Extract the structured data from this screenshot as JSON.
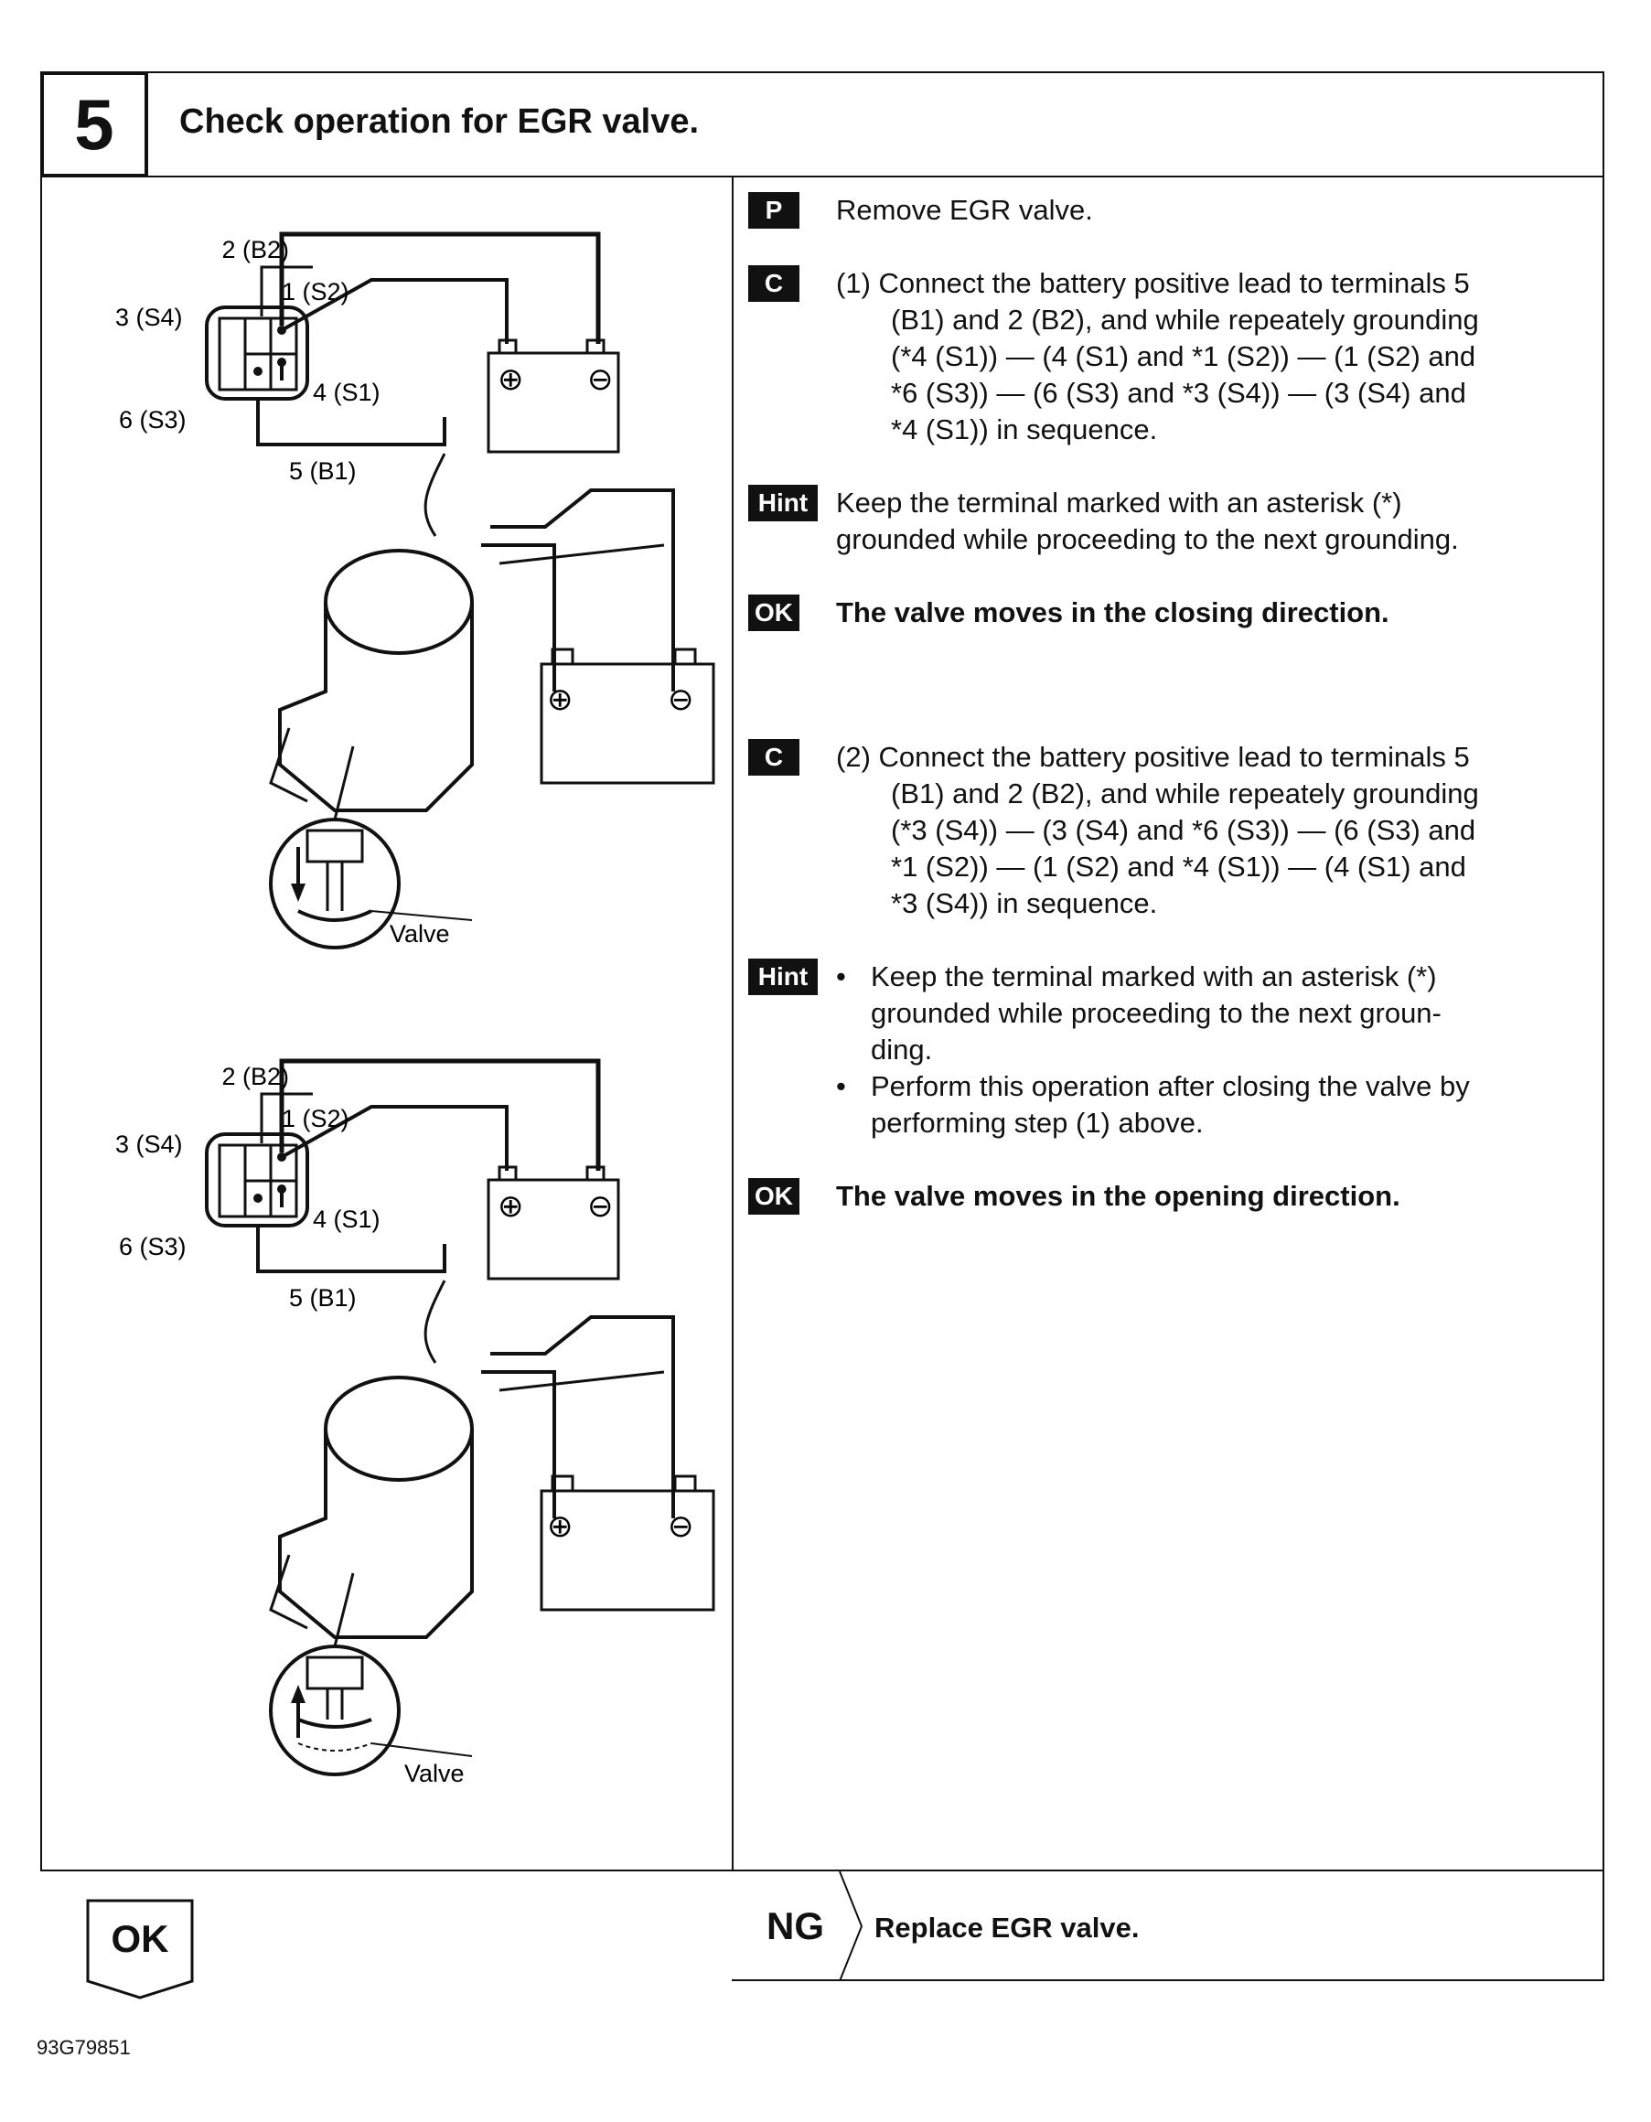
{
  "step": {
    "number": "5",
    "title": "Check operation for EGR valve."
  },
  "tags": {
    "p": "P",
    "c": "C",
    "hint": "Hint",
    "ok": "OK"
  },
  "instructions": {
    "p_text": "Remove EGR valve.",
    "c1_lines": [
      "(1) Connect the battery positive lead to terminals 5",
      "(B1) and 2 (B2), and while repeately grounding",
      "(*4 (S1)) — (4 (S1) and *1 (S2)) — (1 (S2) and",
      "*6 (S3)) — (6 (S3) and *3 (S4)) — (3 (S4) and",
      "*4 (S1)) in sequence."
    ],
    "hint1_lines": [
      "Keep the terminal marked with an asterisk (*)",
      "grounded while proceeding to the next grounding."
    ],
    "ok1": "The valve moves in the closing direction.",
    "c2_lines": [
      "(2) Connect the battery positive lead to terminals 5",
      "(B1) and 2 (B2), and while repeately grounding",
      "(*3 (S4)) — (3 (S4) and *6 (S3)) — (6 (S3) and",
      "*1 (S2)) — (1 (S2) and *4 (S1)) — (4 (S1) and",
      "*3 (S4)) in sequence."
    ],
    "hint2_bullet1_lines": [
      "Keep the terminal marked with an asterisk (*)",
      "grounded while proceeding to the next groun-",
      "ding."
    ],
    "hint2_bullet2_lines": [
      "Perform this operation after closing the valve by",
      "performing step (1) above."
    ],
    "bullet": "•",
    "ok2": "The valve moves in the opening direction."
  },
  "diagram_labels": {
    "b2": "2 (B2)",
    "s2": "1 (S2)",
    "s4": "3 (S4)",
    "s1": "4 (S1)",
    "s3": "6 (S3)",
    "b1": "5 (B1)",
    "valve": "Valve",
    "plus": "⊕",
    "minus": "⊖"
  },
  "footer": {
    "ok": "OK",
    "ng": "NG",
    "ng_action": "Replace EGR valve.",
    "code": "93G79851"
  }
}
